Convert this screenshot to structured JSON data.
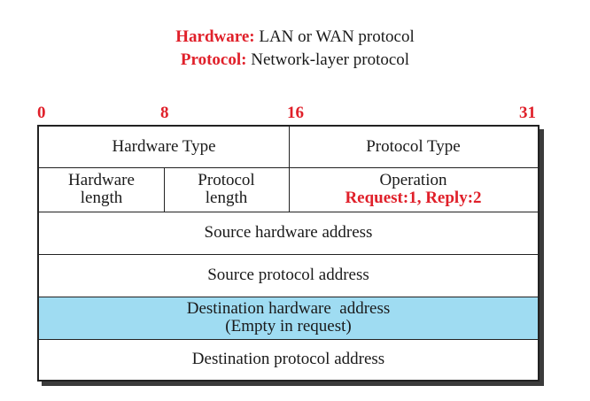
{
  "legend": {
    "hardware_key": "Hardware:",
    "hardware_desc": " LAN or WAN protocol",
    "protocol_key": "Protocol:",
    "protocol_desc": " Network-layer protocol"
  },
  "bit_positions": {
    "bit0": "0",
    "bit8": "8",
    "bit16": "16",
    "bit31": "31"
  },
  "fields": {
    "hardware_type": "Hardware Type",
    "protocol_type": "Protocol Type",
    "hardware_length_line1": "Hardware",
    "hardware_length_line2": "length",
    "protocol_length_line1": "Protocol",
    "protocol_length_line2": "length",
    "operation": "Operation",
    "operation_values": "Request:1, Reply:2",
    "source_hardware_address": "Source hardware address",
    "source_protocol_address": "Source protocol address",
    "destination_hardware_address": "Destination hardware  address",
    "destination_hardware_note": "(Empty in request)",
    "destination_protocol_address": "Destination protocol address"
  },
  "colors": {
    "accent_red": "#e0202a",
    "highlight_blue": "#9fdcf2"
  }
}
